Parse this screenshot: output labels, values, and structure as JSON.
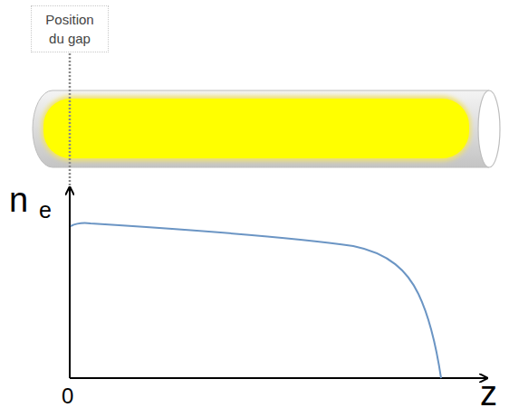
{
  "diagram": {
    "nodes": [
      {
        "text": [
          "Position du gap"
        ]
      }
    ],
    "labels": [
      "n",
      "e",
      "0",
      "z"
    ]
  }
}
